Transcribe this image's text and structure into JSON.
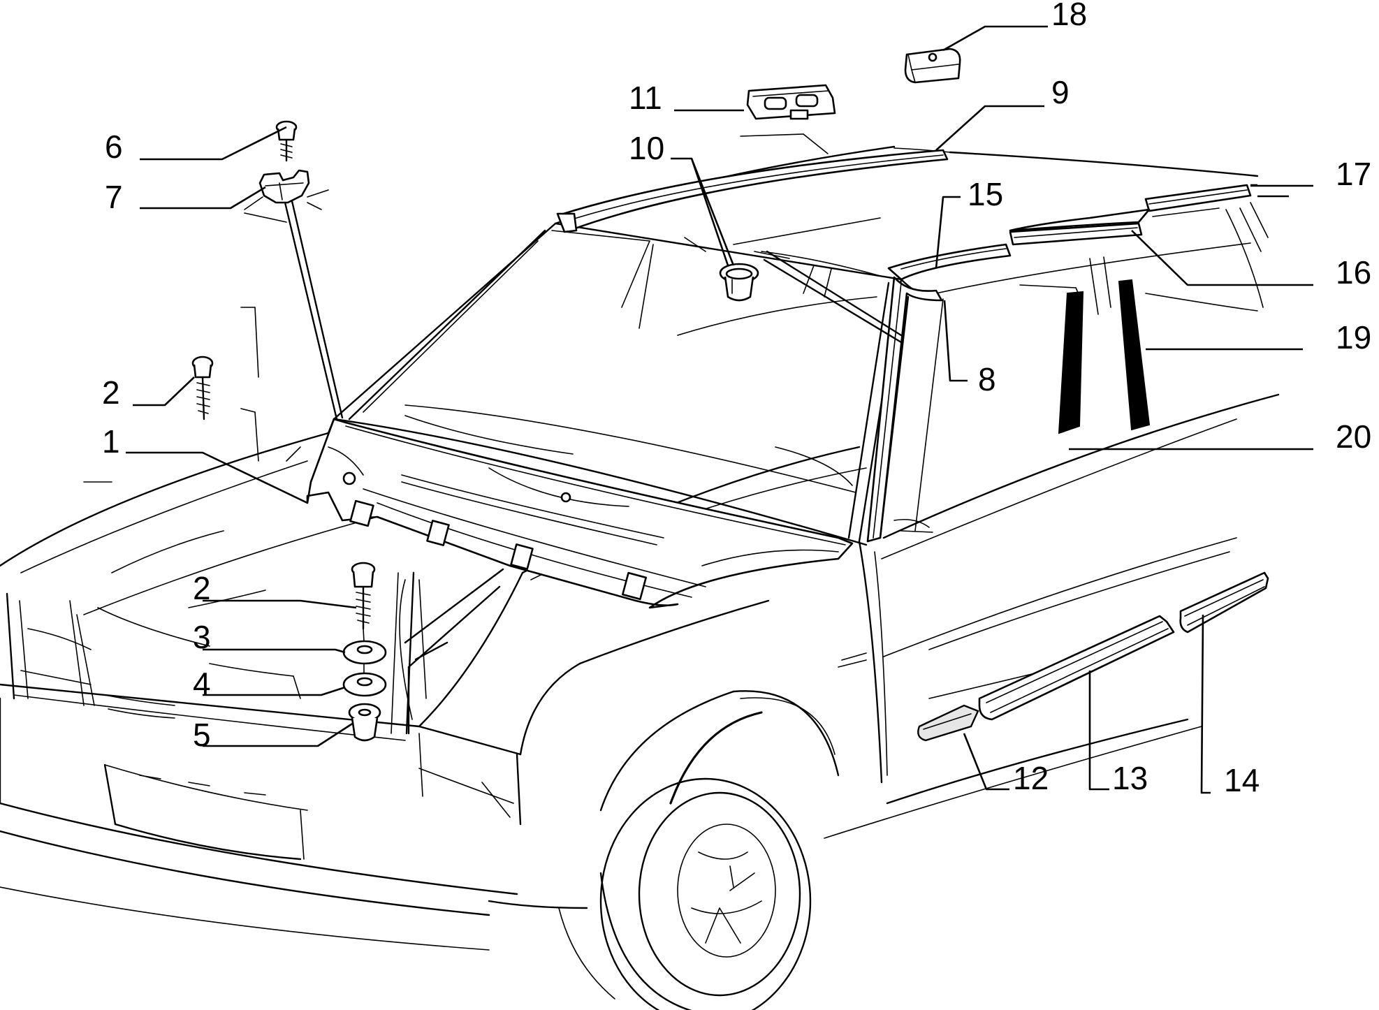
{
  "diagram": {
    "callouts": [
      {
        "id": "c1",
        "text": "1"
      },
      {
        "id": "c2a",
        "text": "2"
      },
      {
        "id": "c2b",
        "text": "2"
      },
      {
        "id": "c3",
        "text": "3"
      },
      {
        "id": "c4",
        "text": "4"
      },
      {
        "id": "c5",
        "text": "5"
      },
      {
        "id": "c6",
        "text": "6"
      },
      {
        "id": "c7",
        "text": "7"
      },
      {
        "id": "c8",
        "text": "8"
      },
      {
        "id": "c9",
        "text": "9"
      },
      {
        "id": "c10",
        "text": "10"
      },
      {
        "id": "c11",
        "text": "11"
      },
      {
        "id": "c12",
        "text": "12"
      },
      {
        "id": "c13",
        "text": "13"
      },
      {
        "id": "c14",
        "text": "14"
      },
      {
        "id": "c15",
        "text": "15"
      },
      {
        "id": "c16",
        "text": "16"
      },
      {
        "id": "c17",
        "text": "17"
      },
      {
        "id": "c18",
        "text": "18"
      },
      {
        "id": "c19",
        "text": "19"
      },
      {
        "id": "c20",
        "text": "20"
      }
    ]
  }
}
